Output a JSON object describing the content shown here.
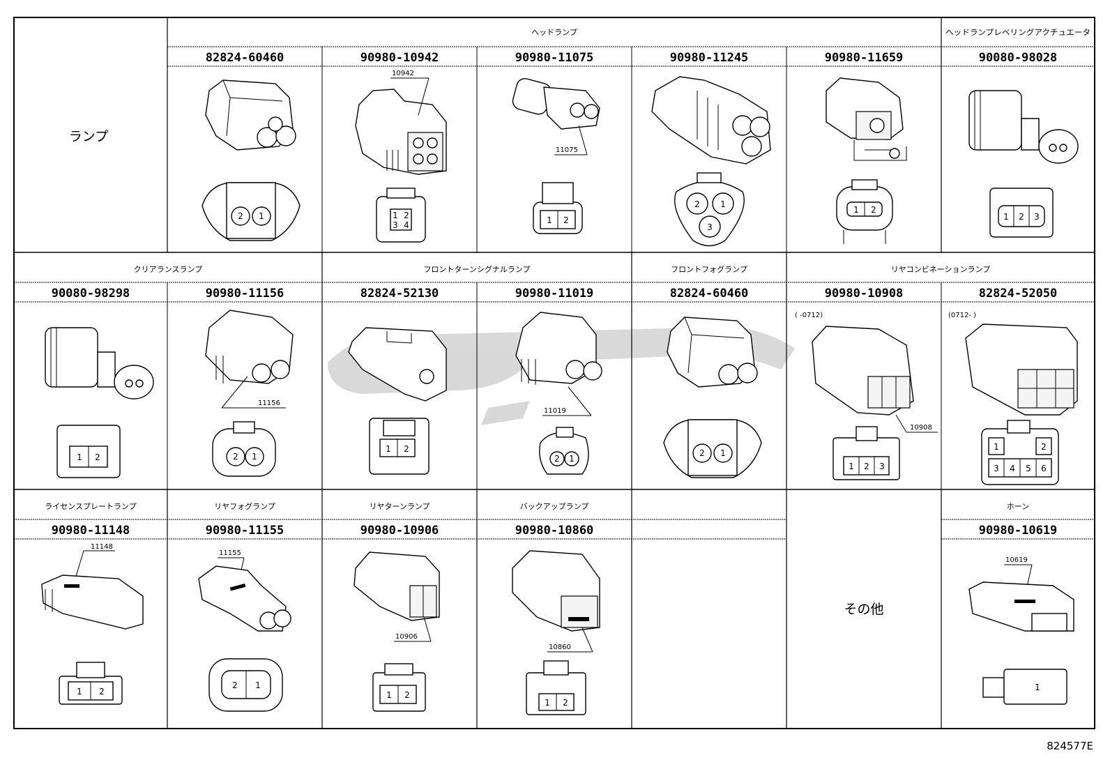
{
  "row_labels": {
    "lamp": "ランプ",
    "other": "その他"
  },
  "groups": {
    "headlamp": "ヘッドランプ",
    "leveling": "ヘッドランプレベリングアクチュエータ",
    "clearance": "クリアランスランプ",
    "front_turn": "フロントターンシグナルランプ",
    "front_fog": "フロントフォグランプ",
    "rear_combo": "リヤコンビネーションランプ",
    "license": "ライセンスプレートランプ",
    "rear_fog": "リヤフォグランプ",
    "rear_turn": "リヤターンランプ",
    "backup": "バックアップランプ",
    "horn": "ホーン"
  },
  "parts": {
    "r1": [
      "82824-60460",
      "90980-10942",
      "90980-11075",
      "90980-11245",
      "90980-11659",
      "90080-98028"
    ],
    "r2": [
      "90080-98298",
      "90980-11156",
      "82824-52130",
      "90980-11019",
      "82824-60460",
      "90980-10908",
      "82824-52050"
    ],
    "r3": [
      "90980-11148",
      "90980-11155",
      "90980-10906",
      "90980-10860",
      "90980-10619"
    ]
  },
  "callouts": {
    "c10942": "10942",
    "c11075": "11075",
    "c11156": "11156",
    "c11019": "11019",
    "c10908": "10908",
    "c11148": "11148",
    "c11155": "11155",
    "c10906": "10906",
    "c10860": "10860",
    "c10619": "10619",
    "date_a": "(      -0712)",
    "date_b": "(0712-      )"
  },
  "pins": {
    "p1": "1",
    "p2": "2",
    "p3": "3",
    "p4": "4",
    "p5": "5",
    "p6": "6"
  },
  "doc_id": "824577E"
}
